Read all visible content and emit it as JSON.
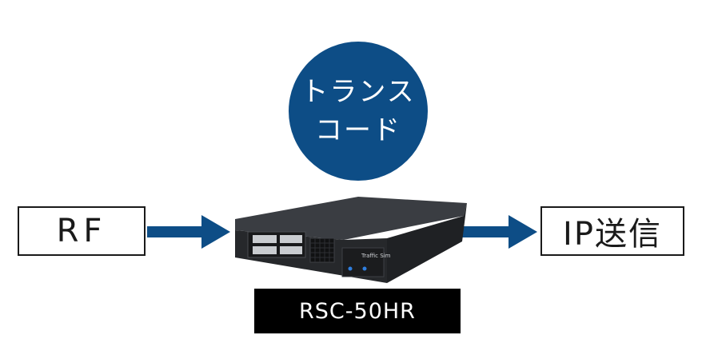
{
  "center_node": {
    "text": "トランス\nコード",
    "color": "#0d4d86"
  },
  "input_node": {
    "text": "RF"
  },
  "output_node": {
    "text": "IP送信"
  },
  "device": {
    "model_label": "RSC-50HR",
    "panel_text": "Traffic Sim"
  },
  "colors": {
    "arrow": "#0d4d86",
    "device_body": "#2b2d30",
    "label_bg": "#000000"
  }
}
